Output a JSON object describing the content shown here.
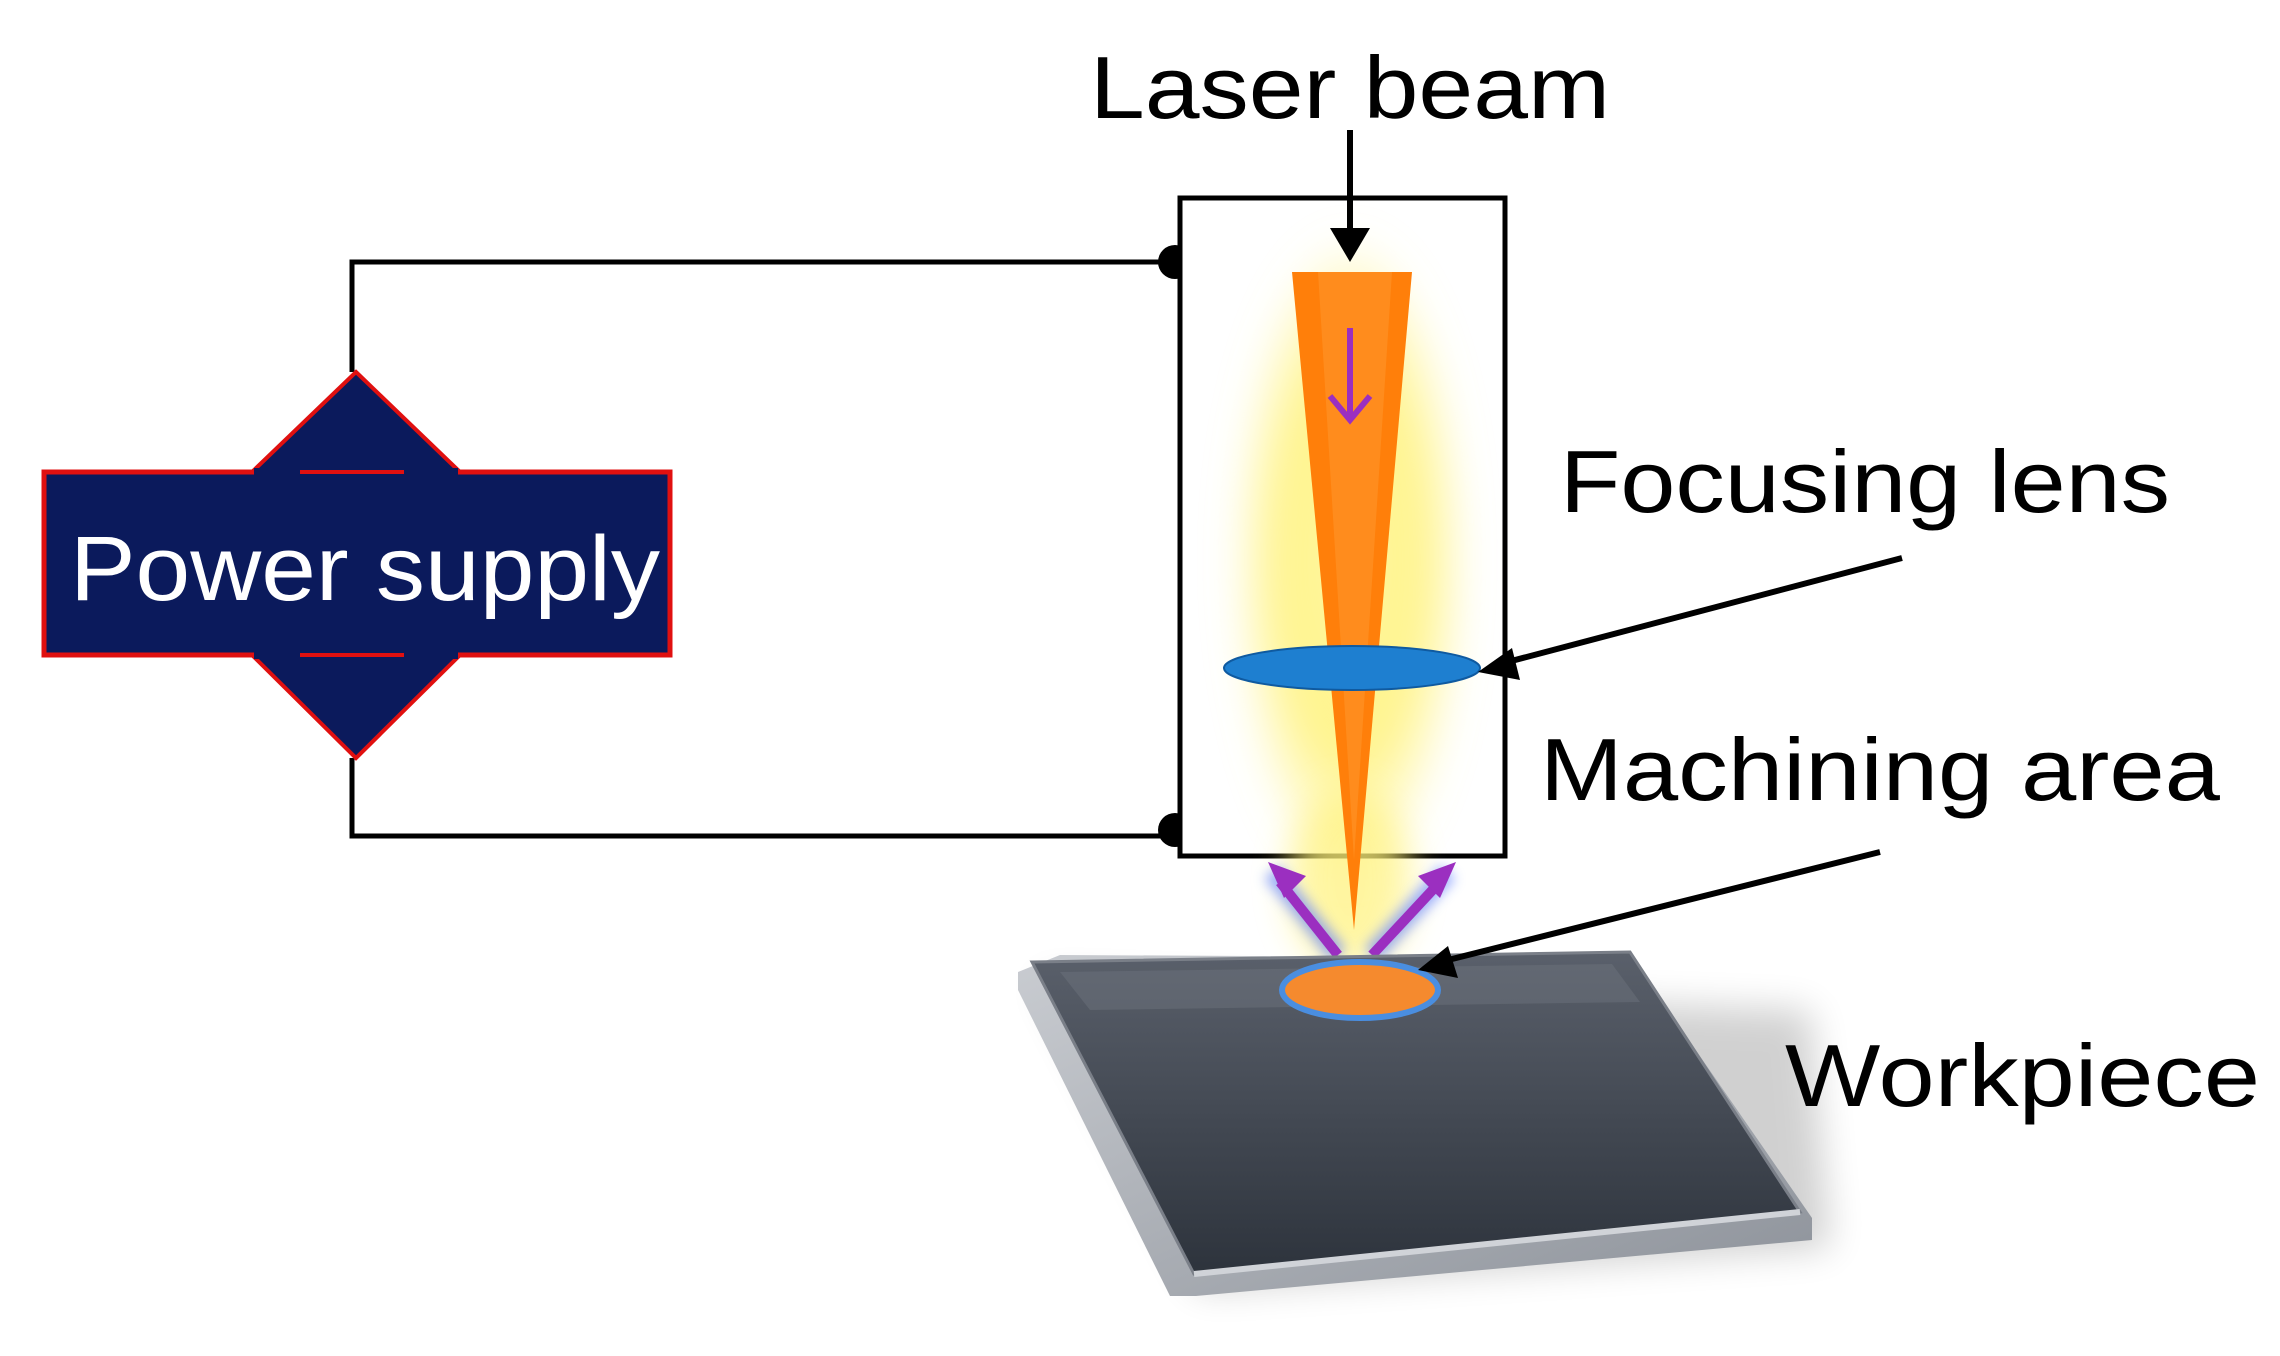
{
  "labels": {
    "laser_beam": "Laser beam",
    "focusing_lens": "Focusing lens",
    "machining_area": "Machining area",
    "workpiece": "Workpiece",
    "power_supply": "Power supply"
  },
  "colors": {
    "power_supply_fill": "#0b1a5c",
    "power_supply_border": "#e01010",
    "laser_core": "#ff7f0a",
    "laser_glow": "#fff27a",
    "lens": "#1e7fd0",
    "arrow_purple": "#9b2fc0",
    "workpiece": "#3d4450",
    "machining_spot": "#f58a2e"
  }
}
